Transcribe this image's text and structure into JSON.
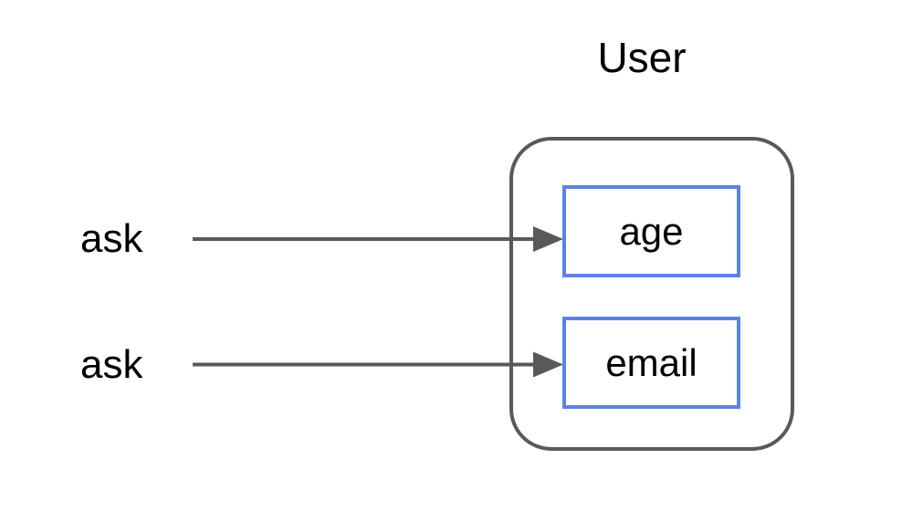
{
  "diagram": {
    "title": "User",
    "fields": [
      {
        "label": "age"
      },
      {
        "label": "email"
      }
    ],
    "arrows": [
      {
        "label": "ask",
        "target": "age"
      },
      {
        "label": "ask",
        "target": "email"
      }
    ],
    "colors": {
      "background": "#ffffff",
      "text": "#000000",
      "container_border": "#595959",
      "field_border": "#5b84e0",
      "arrow": "#595959"
    }
  }
}
